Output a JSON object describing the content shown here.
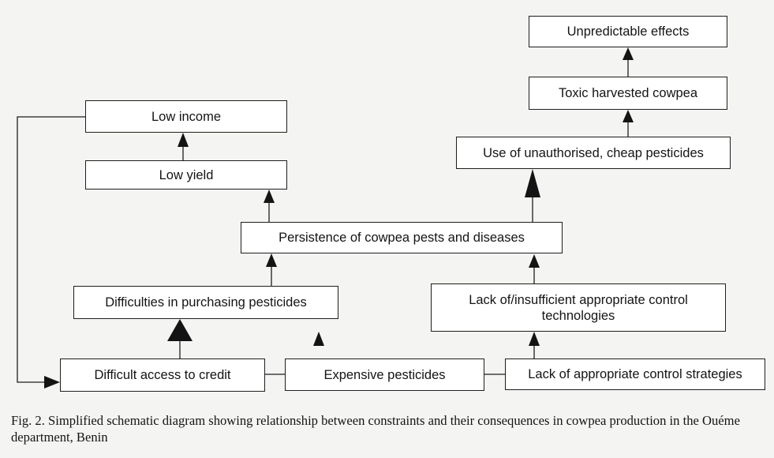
{
  "boxes": {
    "unpredictable_effects": "Unpredictable effects",
    "toxic_harvested_cowpea": "Toxic harvested cowpea",
    "use_unauthorised_pesticides": "Use of unauthorised, cheap pesticides",
    "low_income": "Low income",
    "low_yield": "Low yield",
    "persistence_pests": "Persistence of cowpea pests and diseases",
    "difficulties_purchasing": "Difficulties in purchasing pesticides",
    "lack_control_technologies": "Lack of/insufficient appropriate control\ntechnologies",
    "difficult_access_credit": "Difficult access to credit",
    "expensive_pesticides": "Expensive pesticides",
    "lack_control_strategies": "Lack of appropriate control strategies"
  },
  "caption": "Fig. 2. Simplified schematic diagram showing relationship between constraints and their consequences in cowpea production in the Ouéme department, Benin",
  "colors": {
    "line": "#1e1e1e",
    "box_fill": "#ffffff",
    "background": "#f4f4f2"
  }
}
